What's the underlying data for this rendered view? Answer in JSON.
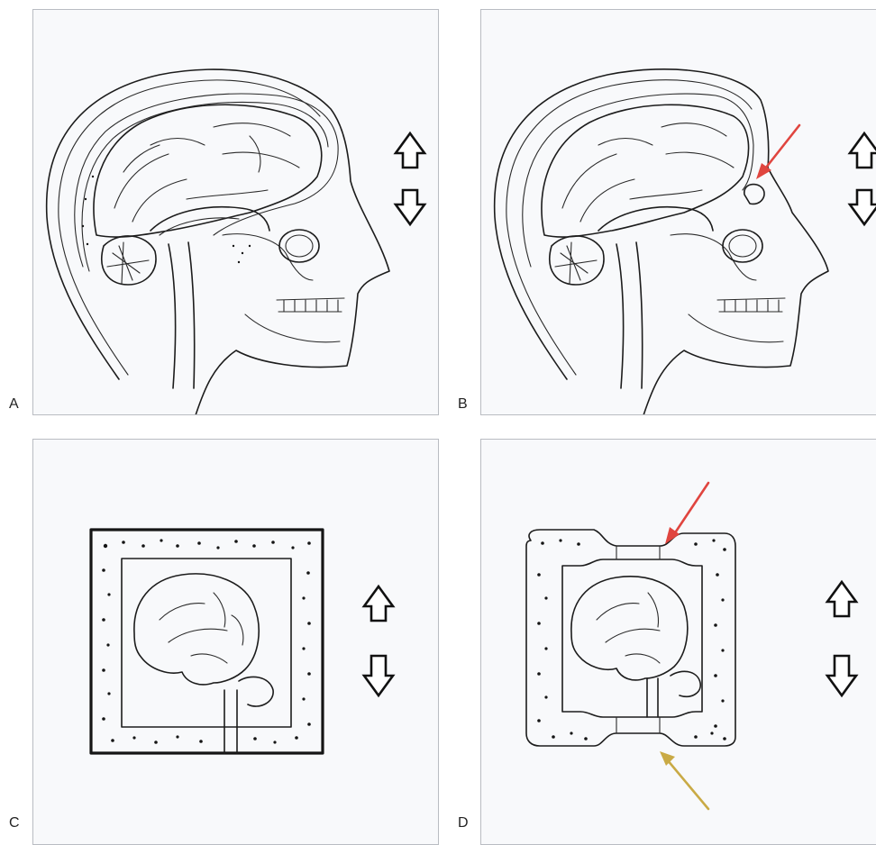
{
  "panels": [
    {
      "label": "A",
      "description_icon": "sagittal-head-normal"
    },
    {
      "label": "B",
      "description_icon": "sagittal-head-frontal-defect"
    },
    {
      "label": "C",
      "description_icon": "schematic-skull-box-normal"
    },
    {
      "label": "D",
      "description_icon": "schematic-skull-box-defects"
    }
  ],
  "colors": {
    "panel_background": "#f8f9fb",
    "panel_border": "#b9bcc2",
    "line": "#1c1c1c",
    "arrow_red": "#e0453f",
    "arrow_yellow": "#c9aa45"
  }
}
